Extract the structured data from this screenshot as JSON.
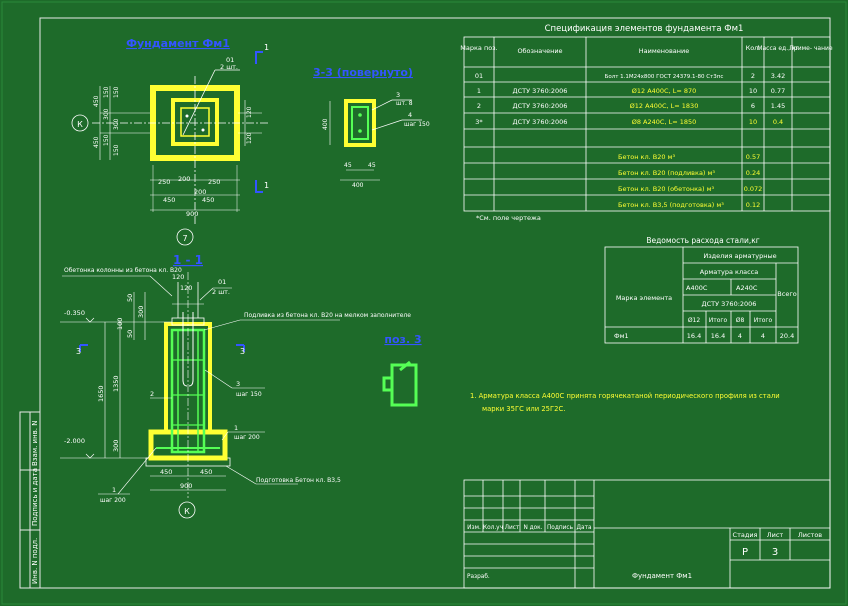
{
  "colors": {
    "background": "#1e6b2a",
    "frame": "#e8e8e8",
    "table_line": "#ffffff",
    "concrete": "#ffff33",
    "rebar": "#55ff55",
    "title_blue": "#3355ff",
    "dim": "#ffffff"
  },
  "side_stamp": {
    "inv_podl": "Инв. N подл.",
    "podpis_data": "Подпись и дата",
    "vzam_inv": "Взам. инв. N"
  },
  "plan_view": {
    "title": "Фундамент Фм1",
    "callout_mark": "01",
    "callout_qty": "2 шт.",
    "dims_vertical_left": [
      "450",
      "450",
      "150",
      "300",
      "150",
      "150",
      "300",
      "150"
    ],
    "dims_vertical_right": [
      "120",
      "120"
    ],
    "dims_horizontal": [
      "250",
      "200",
      "250",
      "450",
      "200",
      "450",
      "900"
    ],
    "axis_k": "К",
    "axis_7": "7",
    "section_mark": "1"
  },
  "section_33": {
    "title": "3-3 (повернуто)",
    "leader1_mark": "3",
    "leader1_text": "шт. 8",
    "leader2_mark": "4",
    "leader2_text": "шаг 150",
    "dim_v": "400",
    "dims_h": [
      "45",
      "45",
      "400"
    ]
  },
  "section_11": {
    "title": "1 - 1",
    "note_top": "Обетонка колонны из бетона кл. В20",
    "note_top2": "",
    "dims_top": [
      "120",
      "120"
    ],
    "callout_mark": "01",
    "callout_qty": "2 шт.",
    "note_right": "Подливка из бетона кл. В20 на мелком заполнителе",
    "note_right2": "",
    "elev_top": "-0.350",
    "elev_bottom": "-2.000",
    "dims_left": [
      "1650",
      "1350",
      "300",
      "50",
      "300",
      "50",
      "100"
    ],
    "section_mark3": "3",
    "leader_3_mark": "3",
    "leader_3_text": "шаг 150",
    "leader_2_mark": "2",
    "leader_1r_mark": "1",
    "leader_1r_text": "шаг 200",
    "leader_1b_mark": "1",
    "leader_1b_text": "шаг 200",
    "note_bottom": "Подготовка Бетон кл. В3,5",
    "dims_bottom": [
      "450",
      "450",
      "900"
    ],
    "axis_k": "К"
  },
  "pos3": {
    "title": "поз. 3"
  },
  "spec_table": {
    "title": "Спецификация элементов фундамента Фм1",
    "headers": [
      "Марка поз.",
      "Обозначение",
      "Наименование",
      "Кол.",
      "Масса ед., кг",
      "Приме- чание"
    ],
    "rows": [
      [
        "01",
        "",
        "Болт 1.1М24х800 ГОСТ 24379.1-80 Ст3пс",
        "2",
        "3.42",
        ""
      ],
      [
        "1",
        "ДСТУ 3760:2006",
        "Ø12 А400С, L= 870",
        "10",
        "0.77",
        ""
      ],
      [
        "2",
        "ДСТУ 3760:2006",
        "Ø12 А400С, L= 1830",
        "6",
        "1.45",
        ""
      ],
      [
        "3*",
        "ДСТУ 3760:2006",
        "Ø8 А240С, L= 1850",
        "10",
        "0.4",
        ""
      ]
    ],
    "material_rows": [
      [
        "Бетон кл. В20 м³",
        "0.57"
      ],
      [
        "Бетон кл. В20 (подливка) м³",
        "0.24"
      ],
      [
        "Бетон кл. В20 (обетонка) м³",
        "0.072"
      ],
      [
        "Бетон кл. В3,5 (подготовка) м³",
        "0.12"
      ]
    ],
    "footnote": "*См. поле чертежа"
  },
  "steel_table": {
    "title": "Ведомость расхода стали,кг",
    "header_products": "Изделия арматурные",
    "header_rebar_class": "Арматура класса",
    "header_mark": "Марка элемента",
    "header_total": "Всего",
    "class_a400": "А400С",
    "class_a240": "А240С",
    "standard": "ДСТУ 3760:2006",
    "sub_headers": [
      "Ø12",
      "Итого",
      "Ø8",
      "Итого"
    ],
    "row": [
      "Фм1",
      "16.4",
      "16.4",
      "4",
      "4",
      "20.4"
    ]
  },
  "note": {
    "line1": "1. Арматура класса А400С принята горячекатаной периодического профиля из стали",
    "line2": "марки 35ГС или 25Г2С."
  },
  "title_block": {
    "col_headers": [
      "Изм.",
      "Кол.уч",
      "Лист",
      "N док.",
      "Подпись",
      "Дата"
    ],
    "stage_label": "Стадия",
    "sheet_label": "Лист",
    "sheets_label": "Листов",
    "stage_value": "Р",
    "sheet_value": "3",
    "developer": "Разраб.",
    "drawing_name": "Фундамент Фм1"
  }
}
